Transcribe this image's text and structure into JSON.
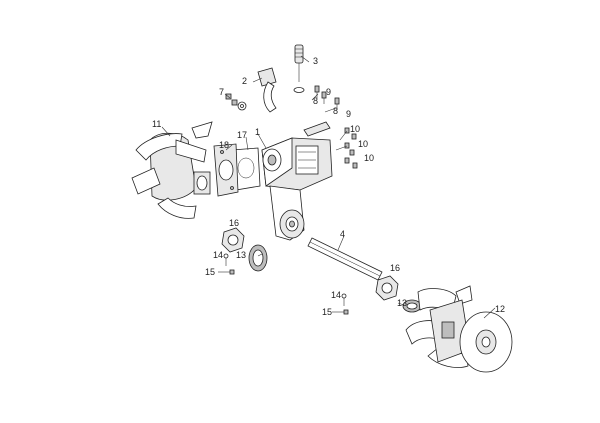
{
  "callouts": [
    {
      "id": "c1",
      "text": "1"
    },
    {
      "id": "c2",
      "text": "2"
    },
    {
      "id": "c3",
      "text": "3"
    },
    {
      "id": "c4",
      "text": "4"
    },
    {
      "id": "c7",
      "text": "7"
    },
    {
      "id": "c8a",
      "text": "8"
    },
    {
      "id": "c8b",
      "text": "8"
    },
    {
      "id": "c9a",
      "text": "9"
    },
    {
      "id": "c9b",
      "text": "9"
    },
    {
      "id": "c10a",
      "text": "10"
    },
    {
      "id": "c10b",
      "text": "10"
    },
    {
      "id": "c10c",
      "text": "10"
    },
    {
      "id": "c11",
      "text": "11"
    },
    {
      "id": "c12",
      "text": "12"
    },
    {
      "id": "c13a",
      "text": "13"
    },
    {
      "id": "c13b",
      "text": "13"
    },
    {
      "id": "c14a",
      "text": "14"
    },
    {
      "id": "c14b",
      "text": "14"
    },
    {
      "id": "c15a",
      "text": "15"
    },
    {
      "id": "c15b",
      "text": "15"
    },
    {
      "id": "c16a",
      "text": "16"
    },
    {
      "id": "c16b",
      "text": "16"
    },
    {
      "id": "c17",
      "text": "17"
    },
    {
      "id": "c18",
      "text": "18"
    }
  ]
}
